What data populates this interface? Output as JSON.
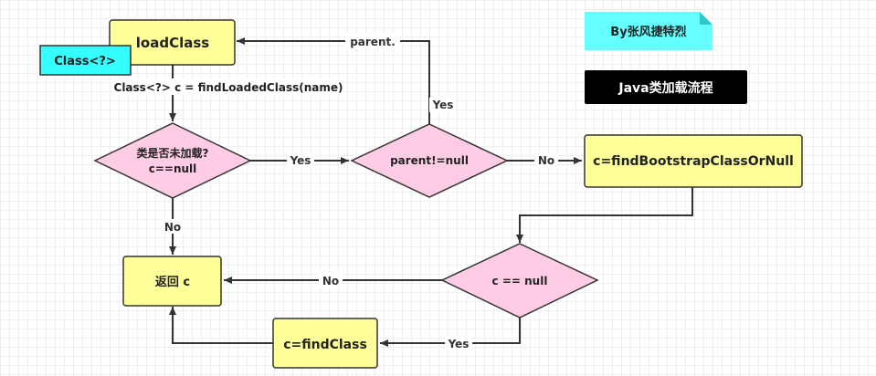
{
  "nodes": {
    "load_class": "loadClass",
    "class_tag": "Class<?>",
    "find_loaded": "Class<?> c = findLoadedClass(name)",
    "is_loaded_line1": "类是否未加载?",
    "is_loaded_line2": "c==null",
    "parent_check": "parent!=null",
    "bootstrap": "c=findBootstrapClassOrNull",
    "c_null": "c == null",
    "return_c": "返回 c",
    "find_class": "c=findClass"
  },
  "edges": {
    "parent_call": "parent.",
    "yes_parent": "Yes",
    "yes_main": "Yes",
    "no_parent": "No",
    "no_main": "No",
    "no_cnull": "No",
    "yes_cnull": "Yes"
  },
  "notes": {
    "author": "By张风捷特烈",
    "title": "Java类加载流程"
  },
  "colors": {
    "yellow_box": "#ffff99",
    "pink_diamond": "#ffcce6",
    "cyan_tag": "#33ffff",
    "cyan_note": "#66ffff",
    "black_title": "#000000",
    "stroke": "#333333"
  }
}
